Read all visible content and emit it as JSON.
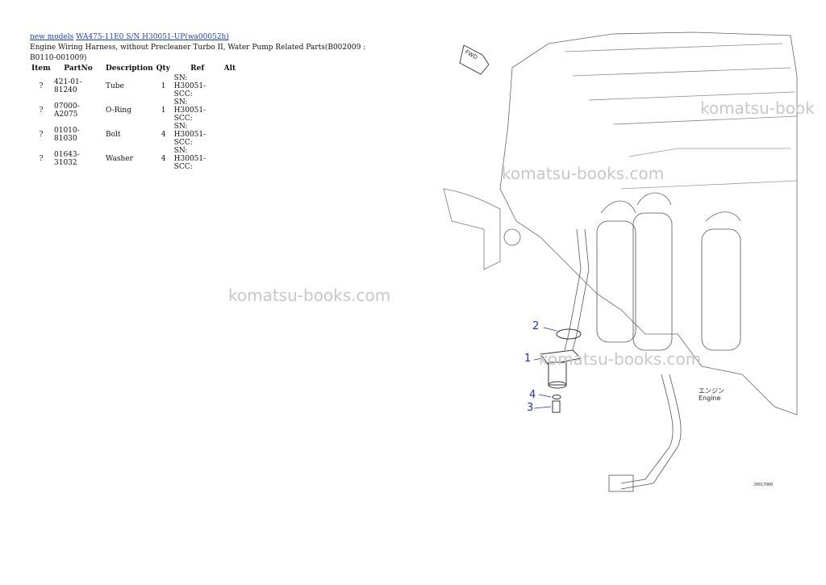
{
  "breadcrumb": {
    "link1": "new models",
    "link2": "WA475-11E0 S/N H30051-UP(wa00052h)"
  },
  "page_title": "Engine Wiring Harness, without Precleaner Turbo II, Water Pump Related Parts(B002009 : B0110-001009)",
  "table": {
    "headers": [
      "Item",
      "PartNo",
      "Description",
      "Qty",
      "Ref",
      "Alt"
    ],
    "rows": [
      {
        "item": "?",
        "part": "421-01-81240",
        "desc": "Tube",
        "qty": "1",
        "ref": "SN: H30051-SCC:"
      },
      {
        "item": "?",
        "part": "07000-A2075",
        "desc": "O-Ring",
        "qty": "1",
        "ref": "SN: H30051-SCC:"
      },
      {
        "item": "?",
        "part": "01010-81030",
        "desc": "Bolt",
        "qty": "4",
        "ref": "SN: H30051-SCC:"
      },
      {
        "item": "?",
        "part": "01643-31032",
        "desc": "Washer",
        "qty": "4",
        "ref": "SN: H30051-SCC:"
      }
    ]
  },
  "watermark": "komatsu-books.com",
  "watermark_short": "komatsu-book",
  "diagram": {
    "callouts": [
      "1",
      "2",
      "3",
      "4"
    ],
    "fwd": "FWD",
    "engine_jp": "エンジン",
    "engine_en": "Engine",
    "code": "J0017080"
  }
}
